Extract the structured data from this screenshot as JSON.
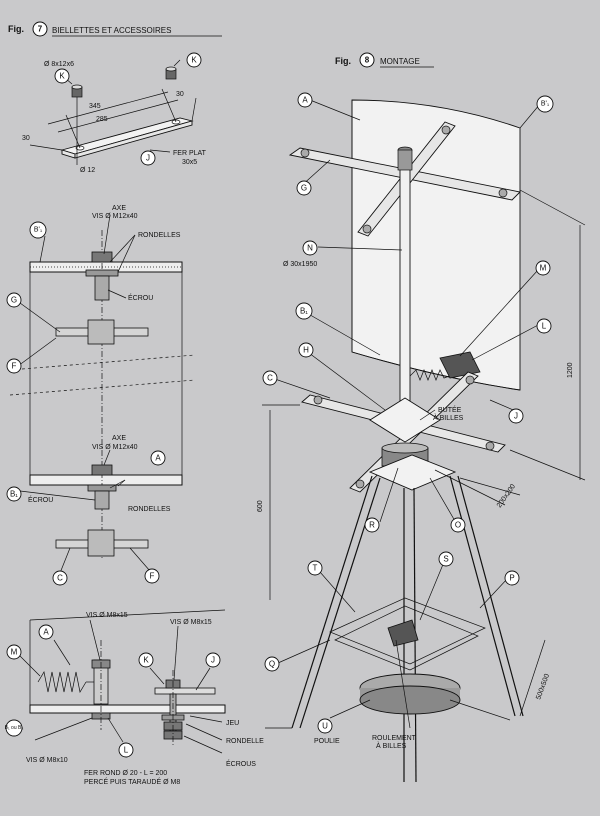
{
  "fig7": {
    "prefix": "Fig.",
    "number": "7",
    "title": "BIELLETTES ET ACCESSOIRES",
    "dims": {
      "bushing": "Ø 8x12x6",
      "d345": "345",
      "d285": "285",
      "d30a": "30",
      "d30b": "30",
      "bar": "FER PLAT",
      "bar2": "30x5",
      "hole": "Ø 12"
    },
    "labels": {
      "K": "K",
      "J": "J",
      "B1": "B'₁",
      "G": "G",
      "F": "F",
      "A": "A",
      "B1b": "B₁",
      "C": "C",
      "M": "M",
      "L": "L",
      "B1ouB3": "B₁ ou B₃"
    },
    "text": {
      "axe_top": "AXE",
      "vis_top": "VIS Ø M12x40",
      "rondelles_top": "RONDELLES",
      "ecrou_top": "ÉCROU",
      "axe_bot": "AXE",
      "vis_bot": "VIS Ø M12x40",
      "ecrou_bot": "ÉCROU",
      "rondelles_bot": "RONDELLES",
      "vis_m8x15_a": "VIS Ø M8x15",
      "vis_m8x15_b": "VIS Ø M8x15",
      "vis_m8x10": "VIS Ø M8x10",
      "jeu": "JEU",
      "rondelle": "RONDELLE",
      "ecrous": "ÉCROUS",
      "fer_rond": "FER ROND Ø 20 - L = 200",
      "perce": "PERCÉ PUIS TARAUDÉ Ø M8"
    }
  },
  "fig8": {
    "prefix": "Fig.",
    "number": "8",
    "title": "MONTAGE",
    "labels": {
      "A": "A",
      "B1p": "B'₁",
      "G": "G",
      "N": "N",
      "M": "M",
      "B1": "B₁",
      "L": "L",
      "H": "H",
      "C": "C",
      "J": "J",
      "R": "R",
      "O": "O",
      "T": "T",
      "S": "S",
      "P": "P",
      "Q": "Q",
      "U": "U"
    },
    "text": {
      "n_dim": "Ø 30x1950",
      "butee": "BUTÉE",
      "a_billes": "À BILLES",
      "d1200": "1200",
      "d600": "600",
      "d200": "200x200",
      "d500": "500x500",
      "poulie": "POULIE",
      "roulement": "ROULEMENT",
      "roulement2": "À BILLES"
    }
  }
}
